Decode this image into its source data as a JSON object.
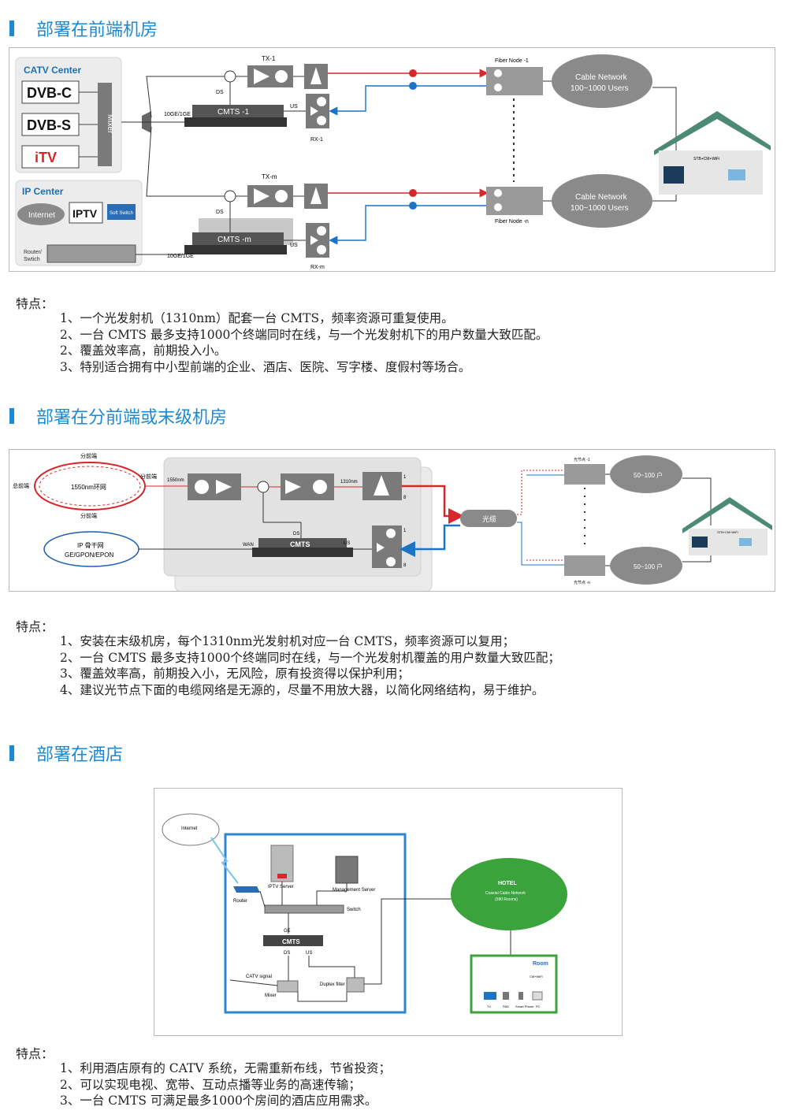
{
  "section1": {
    "title": "部署在前端机房",
    "diagram": {
      "catv_center": "CATV Center",
      "dvbc": "DVB-C",
      "dvbs": "DVB-S",
      "itv": "iTV",
      "mixer": "Mixer",
      "ip_center": "IP Center",
      "internet": "Internet",
      "iptv": "IPTV",
      "soft_switch": "Soft Switch",
      "router_switch_1": "Router/",
      "router_switch_2": "Swtich",
      "link_top": "10GE/1GE",
      "link_bottom": "10GE/1GE",
      "cmts1": "CMTS -1",
      "cmtsm": "CMTS -m",
      "ds1": "DS",
      "dsm": "DS",
      "us1": "US",
      "usm": "US",
      "tx1": "TX-1",
      "txm": "TX-m",
      "rx1": "RX-1",
      "rxm": "RX-m",
      "fiber_node_1": "Fiber Node -1",
      "fiber_node_n": "Fiber Node -n",
      "cable_network_1a": "Cable Network",
      "cable_network_1b": "100~1000 Users",
      "cable_network_2a": "Cable Network",
      "cable_network_2b": "100~1000 Users",
      "stb": "STB+CM+WiFi"
    },
    "features_head": "特点：",
    "features": [
      "1、一个光发射机（1310nm）配套一台 CMTS，频率资源可重复使用。",
      "2、一台 CMTS 最多支持1000个终端同时在线，与一个光发射机下的用户数量大致匹配。",
      "2、覆盖效率高，前期投入小。",
      "3、特别适合拥有中小型前端的企业、酒店、医院、写字楼、度假村等场合。"
    ]
  },
  "section2": {
    "title": "部署在分前端或末级机房",
    "diagram": {
      "ring": "1550nm环网",
      "sub_top": "分前端",
      "sub_right": "分前端",
      "sub_bottom": "分前端",
      "head_end": "总前端",
      "w1550": "1550nm",
      "w1310": "1310nm",
      "cmts": "CMTS",
      "ds": "DS",
      "us": "US",
      "wan": "WAN",
      "ip_a": "IP 骨干网",
      "ip_b": "GE/GPON/EPON",
      "cable": "光缆",
      "port1a": "1",
      "port8a": "8",
      "port1b": "1",
      "port8b": "8",
      "node_1": "光节点 -1",
      "node_n": "光节点 -n",
      "users_1": "50~100 户",
      "users_2": "50~100 户",
      "stb": "STB+CM+WiFi"
    },
    "features_head": "特点：",
    "features": [
      "1、安装在末级机房，每个1310nm光发射机对应一台 CMTS，频率资源可以复用；",
      "2、一台 CMTS 最多支持1000个终端同时在线，与一个光发射机覆盖的用户数量大致匹配；",
      "3、覆盖效率高，前期投入小，无风险，原有投资得以保护利用；",
      "4、建议光节点下面的电缆网络是无源的，尽量不用放大器，以简化网络结构，易于维护。"
    ]
  },
  "section3": {
    "title": "部署在酒店",
    "diagram": {
      "internet": "Internet",
      "router": "Router",
      "iptv_server": "IPTV Server",
      "management_server": "Management Server",
      "switch": "Switch",
      "ge": "GE",
      "cmts": "CMTS",
      "ds": "DS",
      "us": "US",
      "catv_signal": "CATV signal",
      "mixer": "Mixer",
      "duplex_filter": "Duplex filter",
      "hotel": "HOTEL",
      "hotel_sub1": "Coaxial Cable Network",
      "hotel_sub2": "(580 Rooms)",
      "room": "Room",
      "cm_wifi": "CM+WiFi",
      "tv": "TV",
      "pad": "PAD",
      "smart_phone": "Smart Phone",
      "pc": "PC"
    },
    "features_head": "特点：",
    "features": [
      "1、利用酒店原有的 CATV 系统，无需重新布线，节省投资；",
      "2、可以实现电视、宽带、互动点播等业务的高速传输；",
      "3、一台 CMTS 可满足最多1000个房间的酒店应用需求。"
    ]
  },
  "colors": {
    "accent": "#1b8ad3",
    "red_line": "#d8262b",
    "blue_line": "#1c74c4",
    "cloud_green": "#3aa33c",
    "cloud_grey": "#8a8a8a",
    "roof": "#4d8a73"
  }
}
